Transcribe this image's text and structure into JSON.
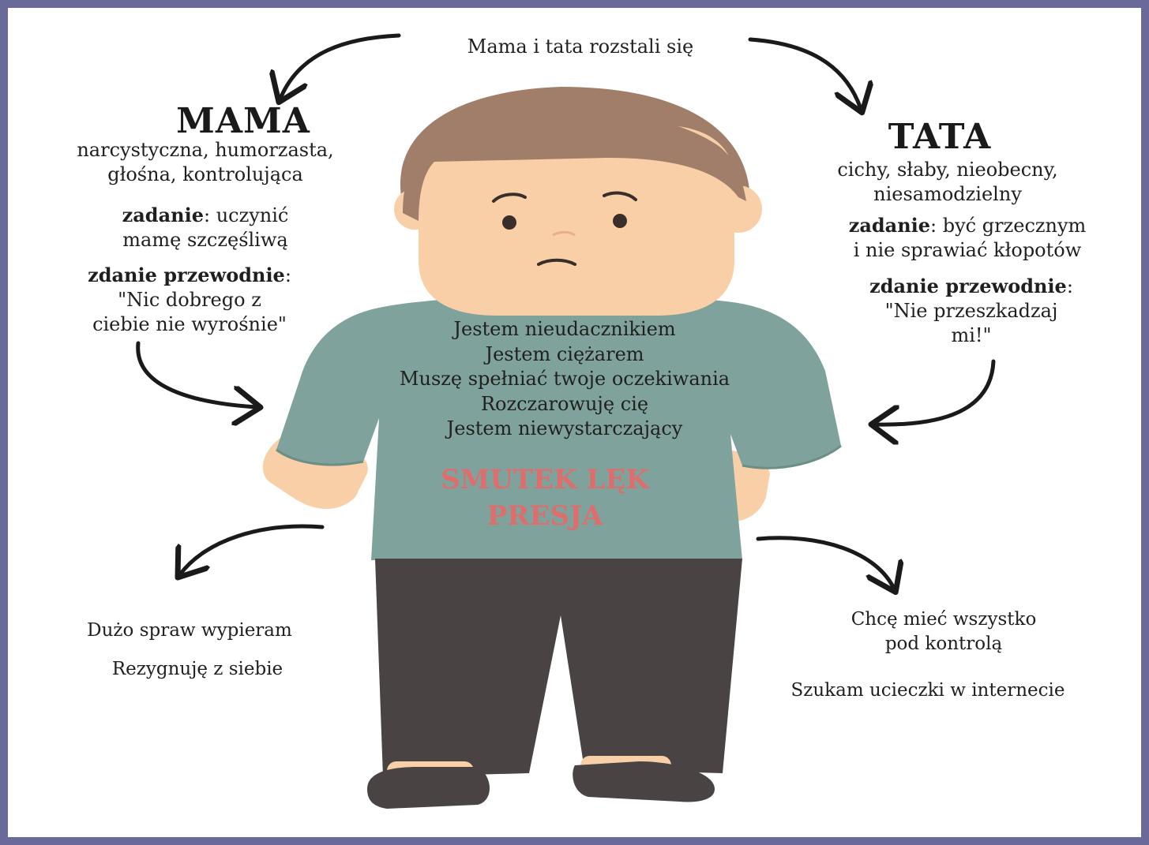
{
  "top_caption": "Mama i tata rozstali się",
  "mama": {
    "title": "MAMA",
    "traits": [
      "narcystyczna, humorzasta,",
      "głośna, kontrolująca"
    ],
    "task_label": "zadanie",
    "task_text": [
      ": uczynić",
      "mamę szczęśliwą"
    ],
    "motto_label": "zdanie przewodnie",
    "motto_colon": ":",
    "motto_text": [
      "\"Nic dobrego z",
      "ciebie nie wyrośnie\""
    ]
  },
  "tata": {
    "title": "TATA",
    "traits": [
      "cichy, słaby, nieobecny,",
      "niesamodzielny"
    ],
    "task_label": "zadanie",
    "task_text": [
      ": być grzecznym",
      "i nie sprawiać kłopotów"
    ],
    "motto_label": "zdanie przewodnie",
    "motto_colon": ":",
    "motto_text": [
      "\"Nie przeszkadzaj",
      "mi!\""
    ]
  },
  "child_beliefs": [
    "Jestem nieudacznikiem",
    "Jestem ciężarem",
    "Muszę spełniać twoje oczekiwania",
    "Rozczarowuję cię",
    "Jestem niewystarczający"
  ],
  "feelings": [
    "SMUTEK LĘK",
    "PRESJA"
  ],
  "left_outcomes": [
    "Dużo spraw wypieram",
    "Rezygnuję z siebie"
  ],
  "right_outcomes": [
    "Chcę mieć wszystko",
    "pod kontrolą",
    "Szukam ucieczki w internecie"
  ],
  "colors": {
    "frame": "#6a6a9a",
    "background": "#ffffff",
    "hair": "#a07e6a",
    "skin": "#f9cfa8",
    "shirt": "#7fa39c",
    "pants": "#4a4344",
    "shoes": "#4a4344",
    "feelings_text": "#e46a6a",
    "arrows": "#1a1a1a"
  }
}
